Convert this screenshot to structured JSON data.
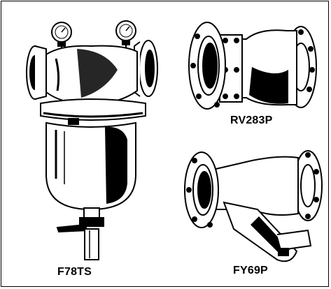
{
  "products": [
    {
      "code": "F78TS",
      "illustration": "filter-with-pressure-gauges-icon"
    },
    {
      "code": "RV283P",
      "illustration": "flanged-check-valve-icon"
    },
    {
      "code": "FY69P",
      "illustration": "flanged-y-strainer-icon"
    }
  ],
  "colors": {
    "line": "#000000",
    "background": "#ffffff"
  }
}
